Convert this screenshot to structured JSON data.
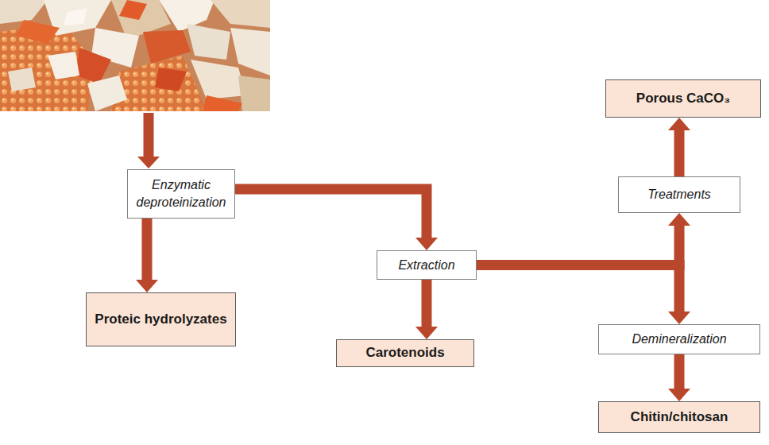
{
  "diagram": {
    "nodes": [
      {
        "text": [
          "Enzymatic deproteinization"
        ]
      },
      {
        "text": [
          "Proteic hydrolyzates"
        ]
      },
      {
        "text": [
          "Extraction"
        ]
      },
      {
        "text": [
          "Carotenoids"
        ]
      },
      {
        "text": [
          "Porous CaCO₃"
        ]
      },
      {
        "text": [
          "Treatments"
        ]
      },
      {
        "text": [
          "Demineralization"
        ]
      },
      {
        "text": [
          "Chitin/chitosan"
        ]
      }
    ],
    "edges": [
      {
        "from": 0,
        "to": 1,
        "arrow": "to"
      },
      {
        "from": 0,
        "to": 2,
        "arrow": "to"
      },
      {
        "from": 2,
        "to": 3,
        "arrow": "to"
      },
      {
        "from": 2,
        "to": 5,
        "arrow": "to"
      },
      {
        "from": 2,
        "to": 6,
        "arrow": "to"
      },
      {
        "from": 5,
        "to": 4,
        "arrow": "to"
      },
      {
        "from": 6,
        "to": 7,
        "arrow": "to"
      }
    ]
  }
}
